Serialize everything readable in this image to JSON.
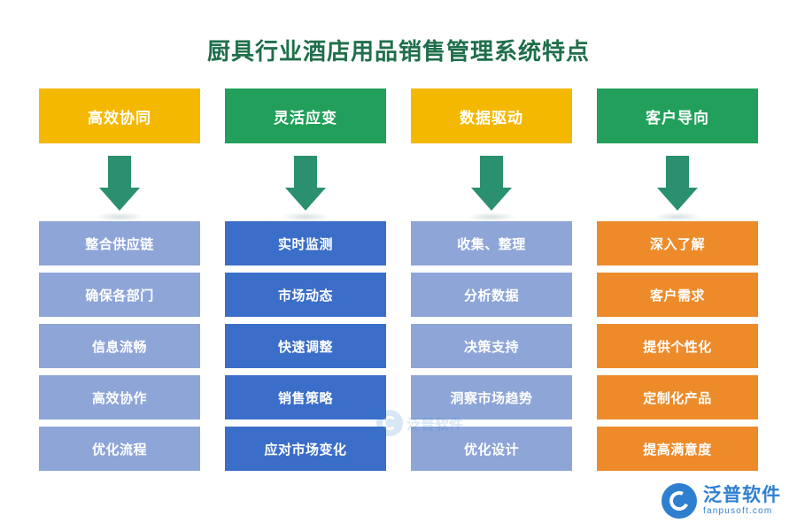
{
  "title": "厨具行业酒店用品销售管理系统特点",
  "colors": {
    "title_text": "#1f6f4a",
    "yellow": "#f5b800",
    "green": "#22a05b",
    "light_blue": "#8ea5d8",
    "blue": "#3b6ec9",
    "orange": "#ed8b2b",
    "arrow_green": "#2a9070",
    "brand_blue": "#2f7fd0",
    "background": "#ffffff"
  },
  "columns": [
    {
      "header": "高效协同",
      "header_color": "#f5b800",
      "arrow_color": "#2a9070",
      "item_color": "#8ea5d8",
      "items": [
        "整合供应链",
        "确保各部门",
        "信息流畅",
        "高效协作",
        "优化流程"
      ]
    },
    {
      "header": "灵活应变",
      "header_color": "#22a05b",
      "arrow_color": "#2a9070",
      "item_color": "#3b6ec9",
      "items": [
        "实时监测",
        "市场动态",
        "快速调整",
        "销售策略",
        "应对市场变化"
      ]
    },
    {
      "header": "数据驱动",
      "header_color": "#f5b800",
      "arrow_color": "#2a9070",
      "item_color": "#8ea5d8",
      "items": [
        "收集、整理",
        "分析数据",
        "决策支持",
        "洞察市场趋势",
        "优化设计"
      ]
    },
    {
      "header": "客户导向",
      "header_color": "#22a05b",
      "arrow_color": "#2a9070",
      "item_color": "#ed8b2b",
      "items": [
        "深入了解",
        "客户需求",
        "提供个性化",
        "定制化产品",
        "提高满意度"
      ]
    }
  ],
  "watermark": {
    "text": "泛普软件"
  },
  "brand": {
    "name_cn": "泛普软件",
    "name_en": "fanpusoft.com"
  }
}
